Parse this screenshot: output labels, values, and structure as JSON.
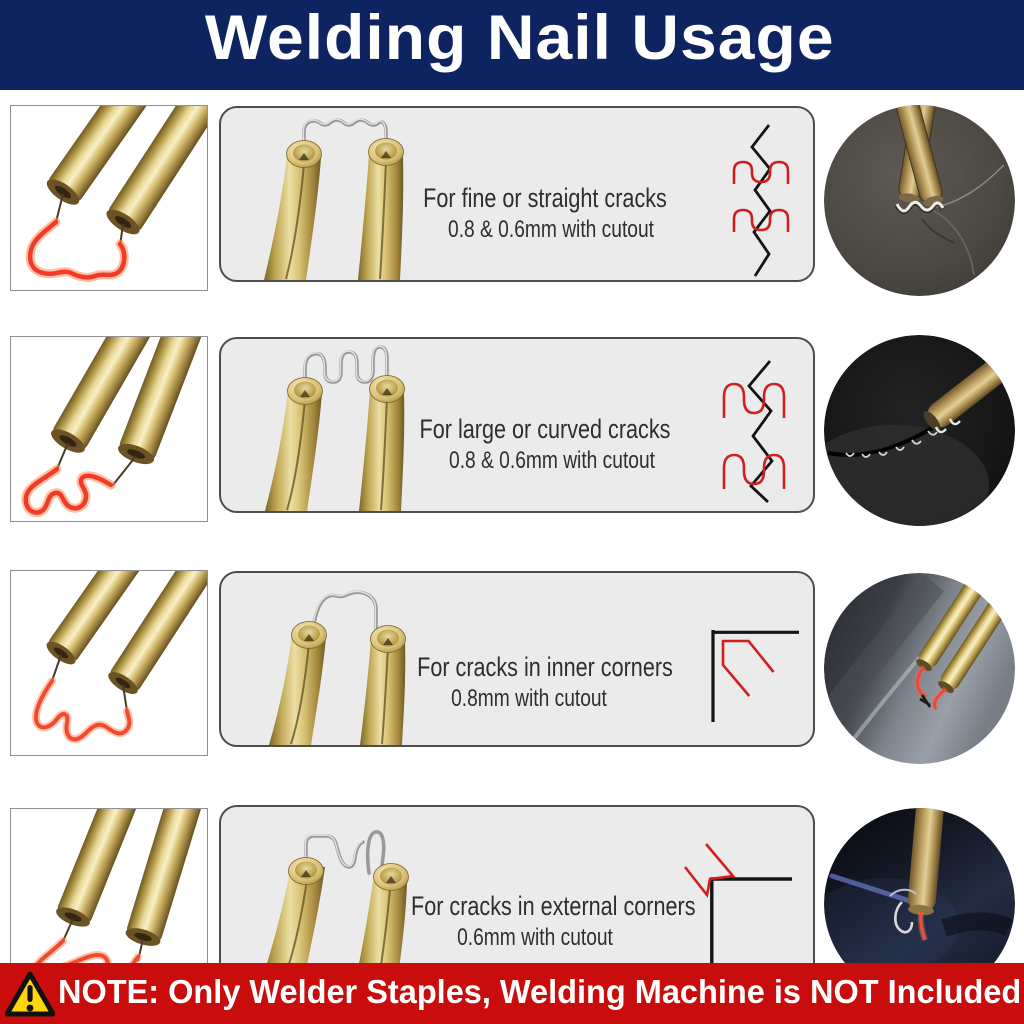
{
  "header": {
    "title": "Welding Nail Usage"
  },
  "rows": [
    {
      "title": "For fine or straight cracks",
      "subtitle": "0.8 & 0.6mm with cutout",
      "staple_icon": "wave-staple",
      "crack_icon": "straight-zigzag-crack"
    },
    {
      "title": "For large or curved cracks",
      "subtitle": "0.8 & 0.6mm with cutout",
      "staple_icon": "deep-wave-staple",
      "crack_icon": "large-zigzag-crack"
    },
    {
      "title": "For cracks in inner corners",
      "subtitle": "0.8mm with cutout",
      "staple_icon": "arch-staple",
      "crack_icon": "inner-corner"
    },
    {
      "title": "For cracks in external corners",
      "subtitle": "0.6mm with cutout",
      "staple_icon": "loop-staple",
      "crack_icon": "external-corner"
    }
  ],
  "footer": {
    "note": "NOTE: Only Welder Staples, Welding Machine is NOT Included"
  },
  "colors": {
    "banner_navy": "#0e2460",
    "note_red": "#c90d0d",
    "staple_red": "#cf1f1f",
    "crack_black": "#141414",
    "card_bg": "#ebebeb",
    "warning_yellow": "#ffd60a",
    "brass": "#c9a84c"
  }
}
